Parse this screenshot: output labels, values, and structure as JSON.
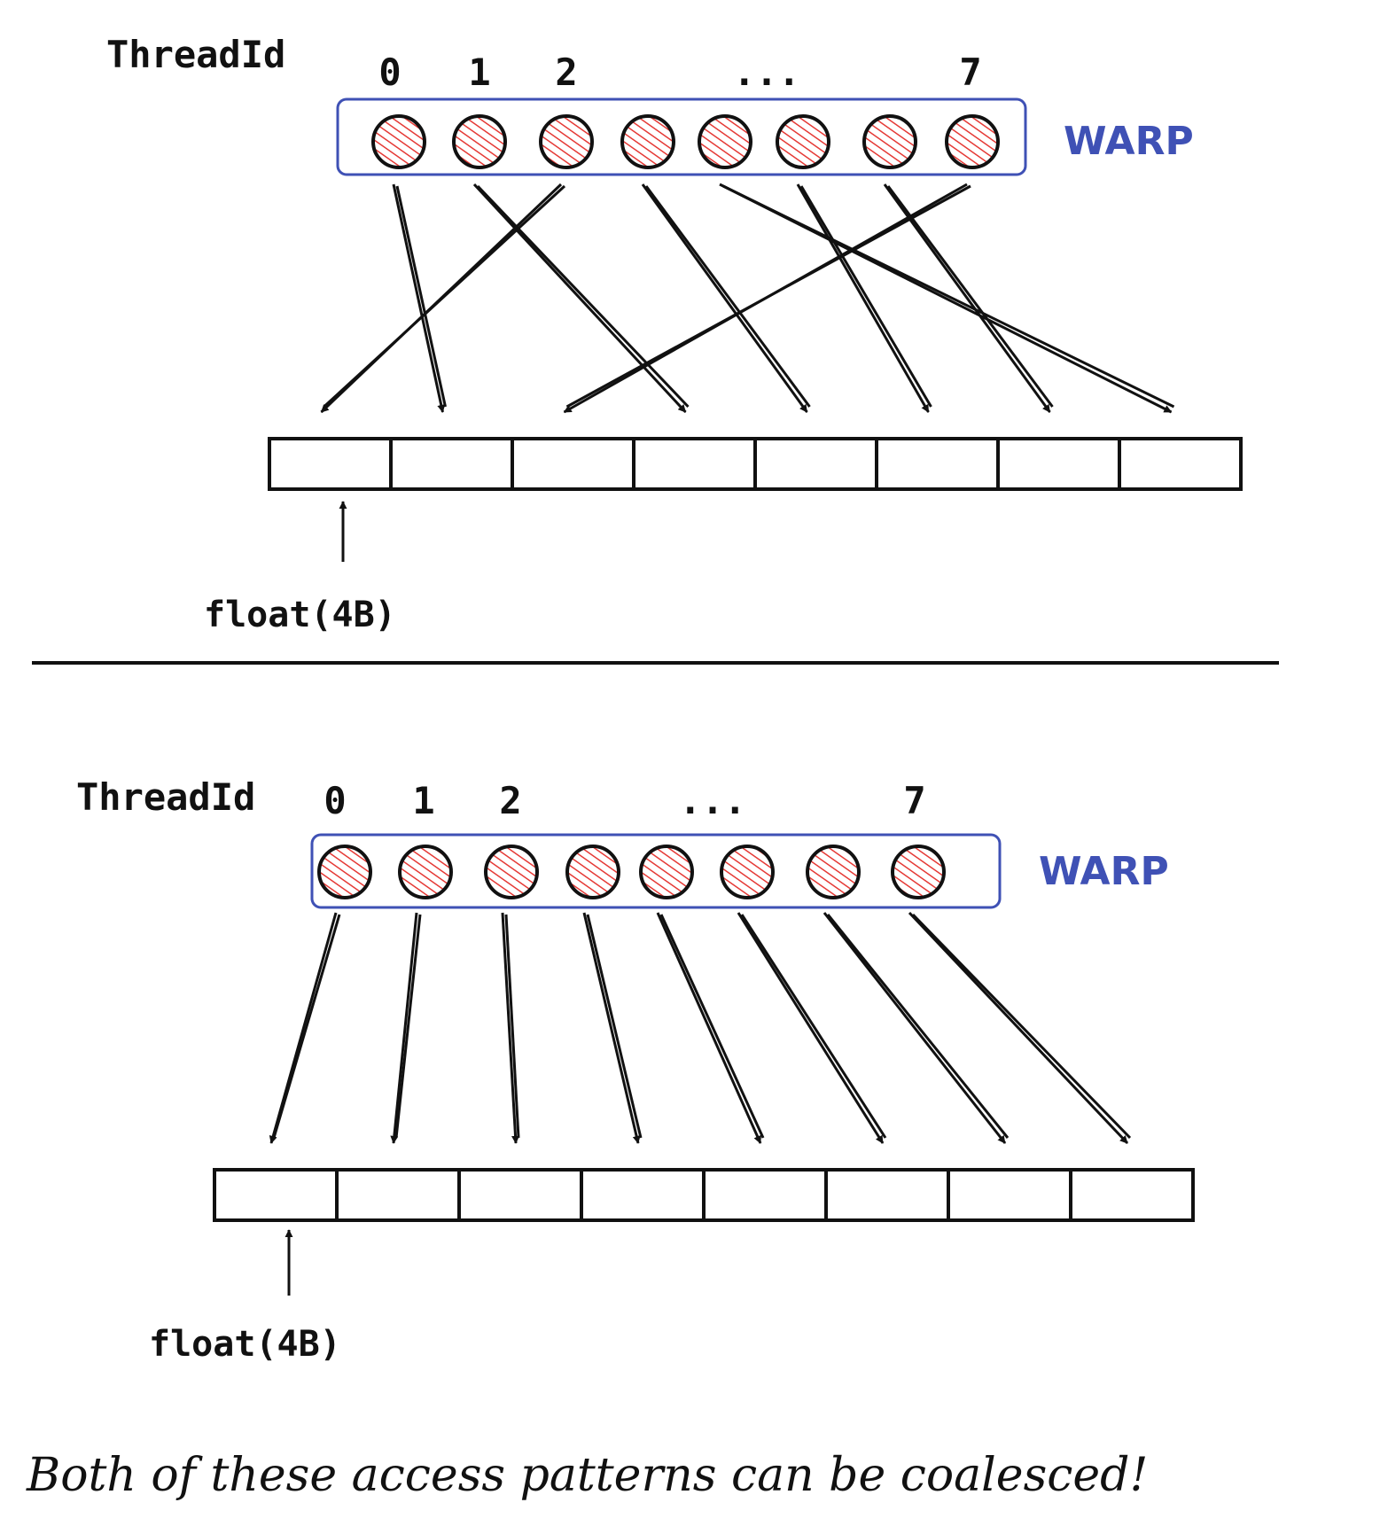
{
  "colors": {
    "warp": "#3f51b5",
    "thread_fill": "#e53935",
    "ink": "#111111"
  },
  "panels": [
    {
      "threadid_label": "ThreadId",
      "thread_numbers": [
        "0",
        "1",
        "2",
        "...",
        "7"
      ],
      "warp_label": "WARP",
      "float_label": "float(4B)",
      "pattern": "permuted"
    },
    {
      "threadid_label": "ThreadId",
      "thread_numbers": [
        "0",
        "1",
        "2",
        "...",
        "7"
      ],
      "warp_label": "WARP",
      "float_label": "float(4B)",
      "pattern": "sequential"
    }
  ],
  "caption": "Both of these access patterns can be coalesced!"
}
